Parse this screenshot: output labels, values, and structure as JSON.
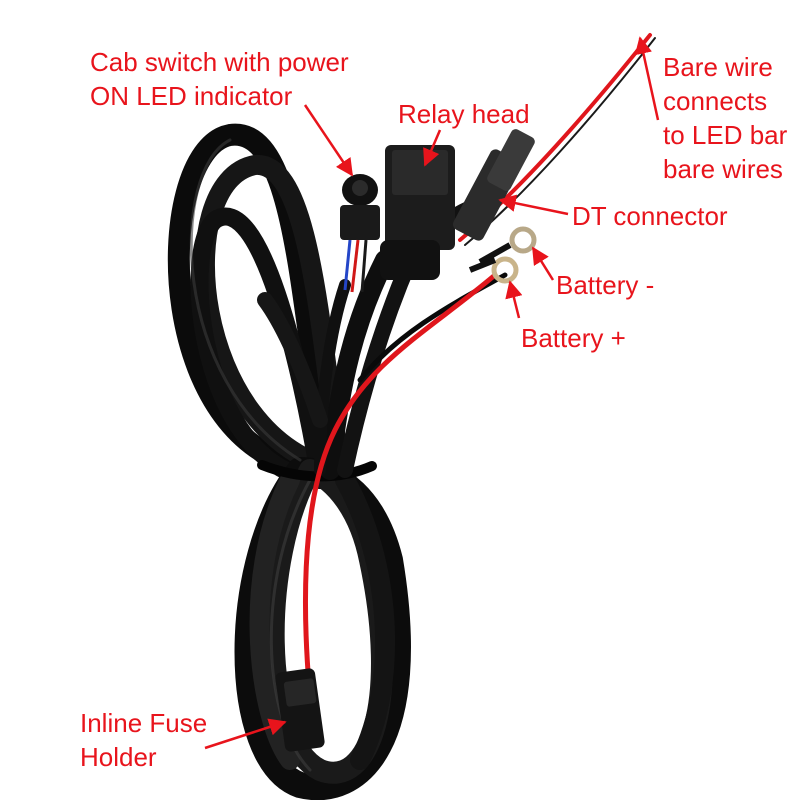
{
  "image": {
    "description": "Product photo of a black LED light bar wiring harness with a relay, switch, ring terminals and inline fuse, annotated with red callout labels",
    "colors": {
      "background": "#ffffff",
      "annotation": "#e8141c",
      "cable": "#141414",
      "power_wire": "#e0161c"
    }
  },
  "labels": {
    "cab_switch": "Cab switch with power\nON LED indicator",
    "relay_head": "Relay head",
    "bare_wire": "Bare wire\nconnects\nto LED bar\nbare wires",
    "dt_connector": "DT connector",
    "battery_neg": "Battery -",
    "battery_pos": "Battery +",
    "inline_fuse": "Inline Fuse\nHolder"
  }
}
